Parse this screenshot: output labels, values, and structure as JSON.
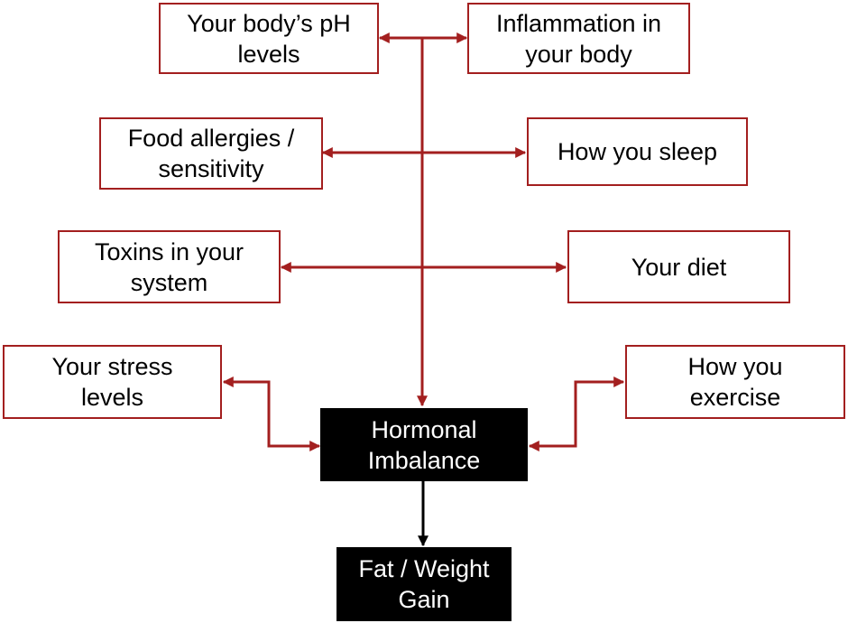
{
  "diagram": {
    "accent_color": "#a31f1f",
    "dark_fill": "#000000",
    "factors": [
      {
        "id": "ph",
        "label": "Your body’s pH\nlevels"
      },
      {
        "id": "inflammation",
        "label": "Inflammation in\nyour body"
      },
      {
        "id": "allergies",
        "label": "Food allergies /\nsensitivity"
      },
      {
        "id": "sleep",
        "label": "How you sleep"
      },
      {
        "id": "toxins",
        "label": "Toxins in your\nsystem"
      },
      {
        "id": "diet",
        "label": "Your diet"
      },
      {
        "id": "stress",
        "label": "Your stress\nlevels"
      },
      {
        "id": "exercise",
        "label": "How you\nexercise"
      }
    ],
    "center": {
      "label": "Hormonal\nImbalance"
    },
    "outcome": {
      "label": "Fat / Weight\nGain"
    }
  }
}
